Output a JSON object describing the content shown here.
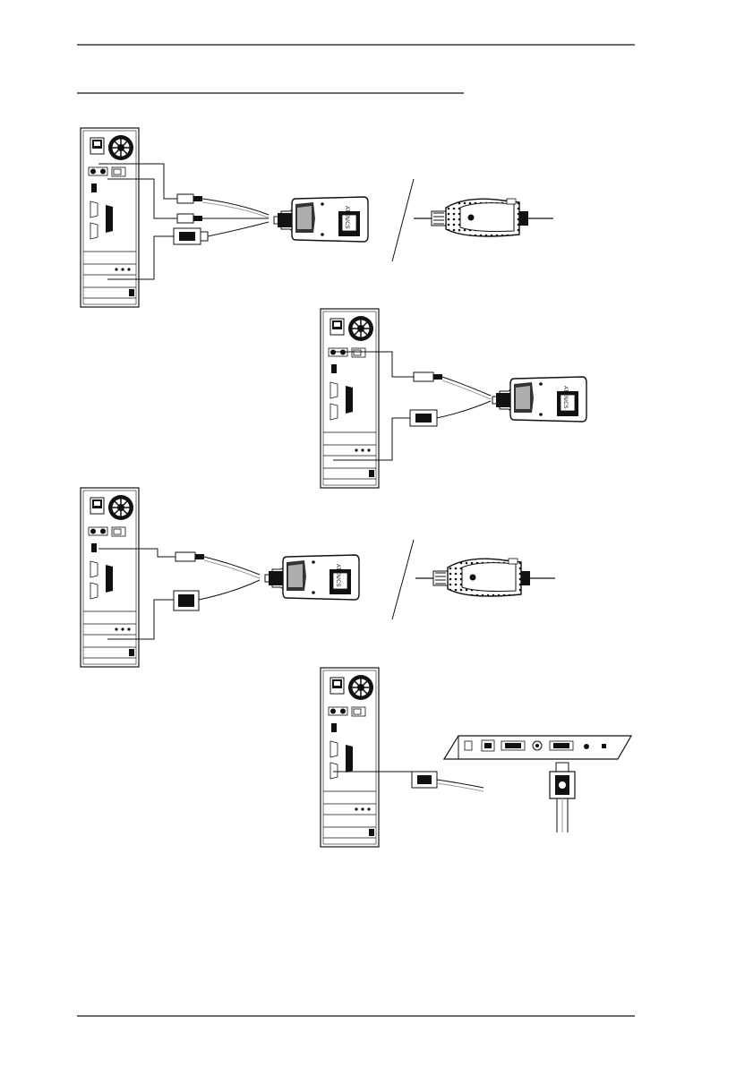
{
  "page": {
    "top_rule": true,
    "heading_rule": true,
    "bottom_rule": true
  },
  "adapter_brand": "ATEN/CS",
  "colors": {
    "line": "#111111",
    "fill_light": "#ffffff",
    "fill_dark": "#111111",
    "gray": "#9a9a9a"
  },
  "figures": [
    {
      "id": "ps2-vga-adapter",
      "description_connectors": [
        "ps2-keyboard",
        "ps2-mouse",
        "vga"
      ]
    },
    {
      "id": "usb-vga-adapter",
      "description_connectors": [
        "usb",
        "vga"
      ]
    },
    {
      "id": "usb-dvi-adapter",
      "description_connectors": [
        "usb",
        "dvi"
      ]
    },
    {
      "id": "vga-to-kvm-port",
      "description_connectors": [
        "vga"
      ]
    }
  ]
}
